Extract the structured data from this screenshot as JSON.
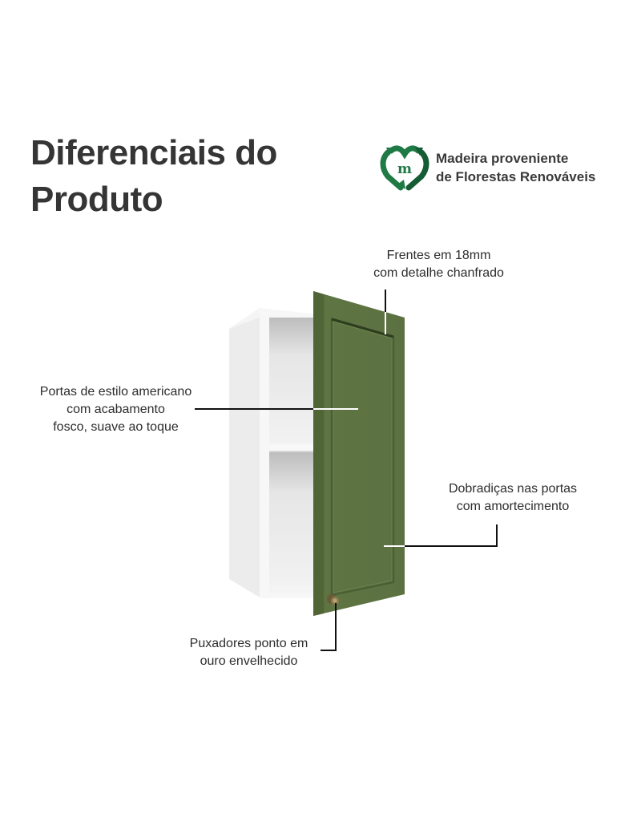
{
  "header": {
    "title_line1": "Diferenciais do",
    "title_line2": "Produto"
  },
  "badge": {
    "icon": "recycle-heart-m-icon",
    "line1": "Madeira proveniente",
    "line2": "de Florestas Renováveis",
    "color": "#1e7a45"
  },
  "callouts": [
    {
      "id": "fronts",
      "lines": [
        "Frentes em 18mm",
        "com detalhe chanfrado"
      ]
    },
    {
      "id": "doors",
      "lines": [
        "Portas de estilo americano",
        "com acabamento",
        "fosco, suave ao toque"
      ]
    },
    {
      "id": "hinges",
      "lines": [
        "Dobradiças nas portas",
        "com amortecimento"
      ]
    },
    {
      "id": "handles",
      "lines": [
        "Puxadores ponto em",
        "ouro envelhecido"
      ]
    }
  ],
  "colors": {
    "door_green": "#5f7443",
    "cabinet_white": "#f2f2f2",
    "knob_bronze": "#7a6a45"
  }
}
